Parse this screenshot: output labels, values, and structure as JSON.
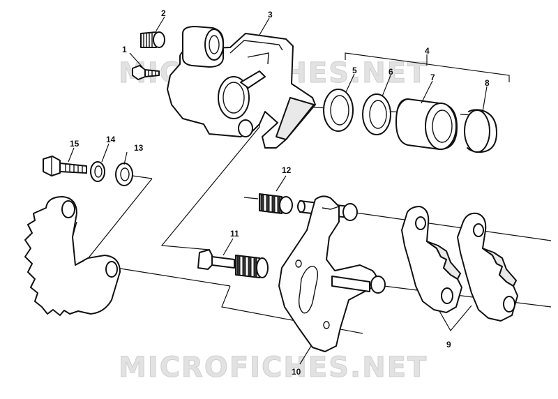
{
  "watermark": {
    "top": "MICROFICHES.NET",
    "bottom": "MICROFICHES.NET"
  },
  "callouts": [
    {
      "id": "1",
      "label": "1"
    },
    {
      "id": "2",
      "label": "2"
    },
    {
      "id": "3",
      "label": "3"
    },
    {
      "id": "4",
      "label": "4"
    },
    {
      "id": "5",
      "label": "5"
    },
    {
      "id": "6",
      "label": "6"
    },
    {
      "id": "7",
      "label": "7"
    },
    {
      "id": "8",
      "label": "8"
    },
    {
      "id": "9",
      "label": "9"
    },
    {
      "id": "10",
      "label": "10"
    },
    {
      "id": "11",
      "label": "11"
    },
    {
      "id": "12",
      "label": "12"
    },
    {
      "id": "13",
      "label": "13"
    },
    {
      "id": "14",
      "label": "14"
    },
    {
      "id": "15",
      "label": "15"
    }
  ]
}
